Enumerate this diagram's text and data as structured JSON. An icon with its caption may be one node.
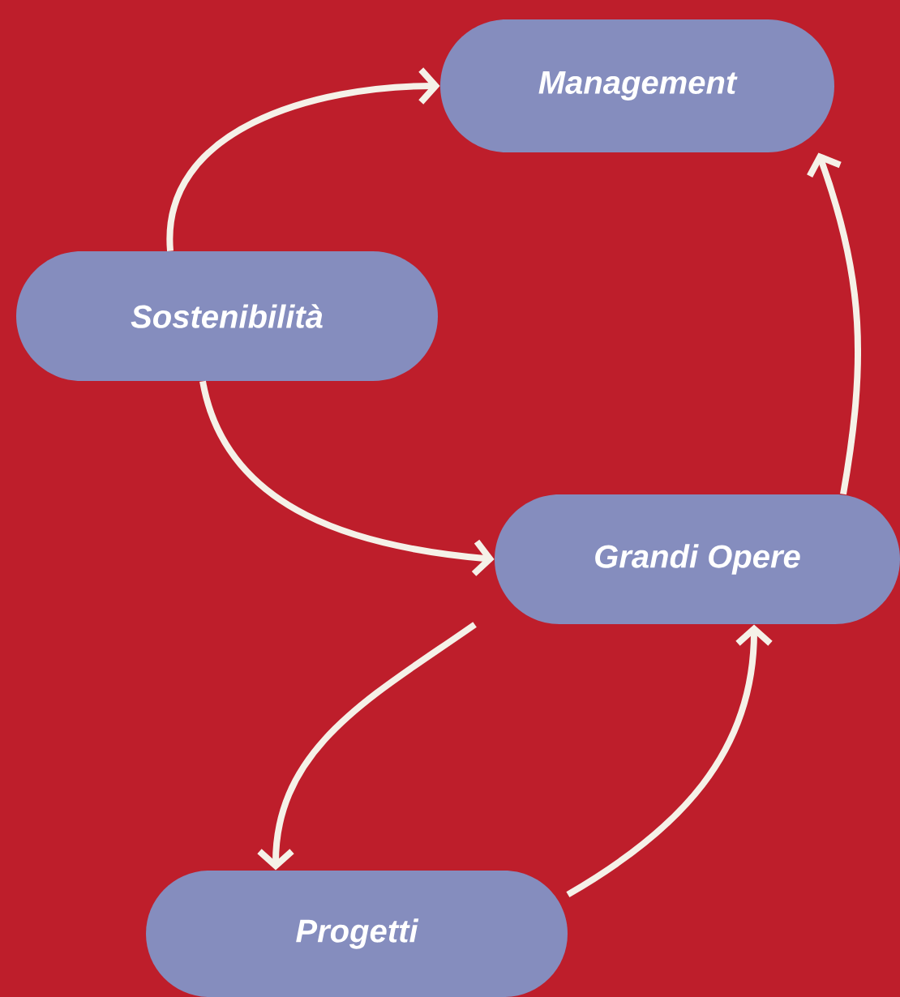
{
  "diagram": {
    "nodes": [
      {
        "text": [
          "Management"
        ]
      },
      {
        "text": [
          "Sostenibilità"
        ]
      },
      {
        "text": [
          "Grandi Opere"
        ]
      },
      {
        "text": [
          "Progetti"
        ]
      }
    ],
    "edges": [
      {
        "from": 1,
        "to": 0,
        "arrow": "to"
      },
      {
        "from": 1,
        "to": 2,
        "arrow": "to"
      },
      {
        "from": 2,
        "to": 0,
        "arrow": "to"
      },
      {
        "from": 2,
        "to": 3,
        "arrow": "to"
      },
      {
        "from": 3,
        "to": 2,
        "arrow": "to"
      }
    ]
  }
}
